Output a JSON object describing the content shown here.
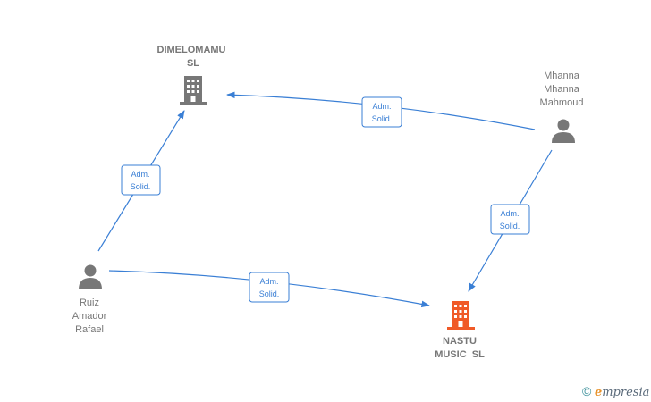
{
  "colors": {
    "edge": "#3a7fd5",
    "node_default": "#777777",
    "node_focus": "#f05a28"
  },
  "nodes": {
    "dimelomamu": {
      "line1": "DIMELOMAMU",
      "line2": "SL",
      "icon": "building-icon"
    },
    "mhanna": {
      "line1": "Mhanna",
      "line2": "Mhanna",
      "line3": "Mahmoud",
      "icon": "person-icon"
    },
    "ruiz": {
      "line1": "Ruiz",
      "line2": "Amador",
      "line3": "Rafael",
      "icon": "person-icon"
    },
    "nastu": {
      "line1": "NASTU",
      "line2": "MUSIC  SL",
      "icon": "building-icon"
    }
  },
  "edges": [
    {
      "line1": "Adm.",
      "line2": "Solid."
    },
    {
      "line1": "Adm.",
      "line2": "Solid."
    },
    {
      "line1": "Adm.",
      "line2": "Solid."
    },
    {
      "line1": "Adm.",
      "line2": "Solid."
    }
  ],
  "brand": {
    "copyright": "©",
    "first_letter": "e",
    "rest": "mpresia"
  }
}
